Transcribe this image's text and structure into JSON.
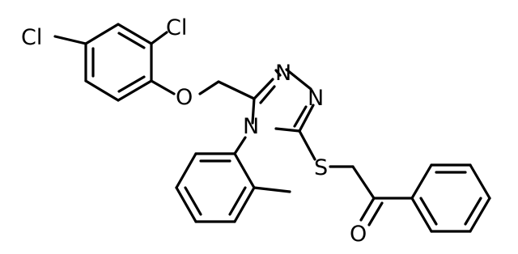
{
  "molecule": {
    "atom_labels": {
      "cl1": "Cl",
      "cl2": "Cl",
      "o_ether": "O",
      "n1": "N",
      "n2": "N",
      "n4": "N",
      "s": "S",
      "o_ketone": "O"
    },
    "colors": {
      "bond": "#000000",
      "label": "#000000",
      "background": "#ffffff"
    }
  }
}
